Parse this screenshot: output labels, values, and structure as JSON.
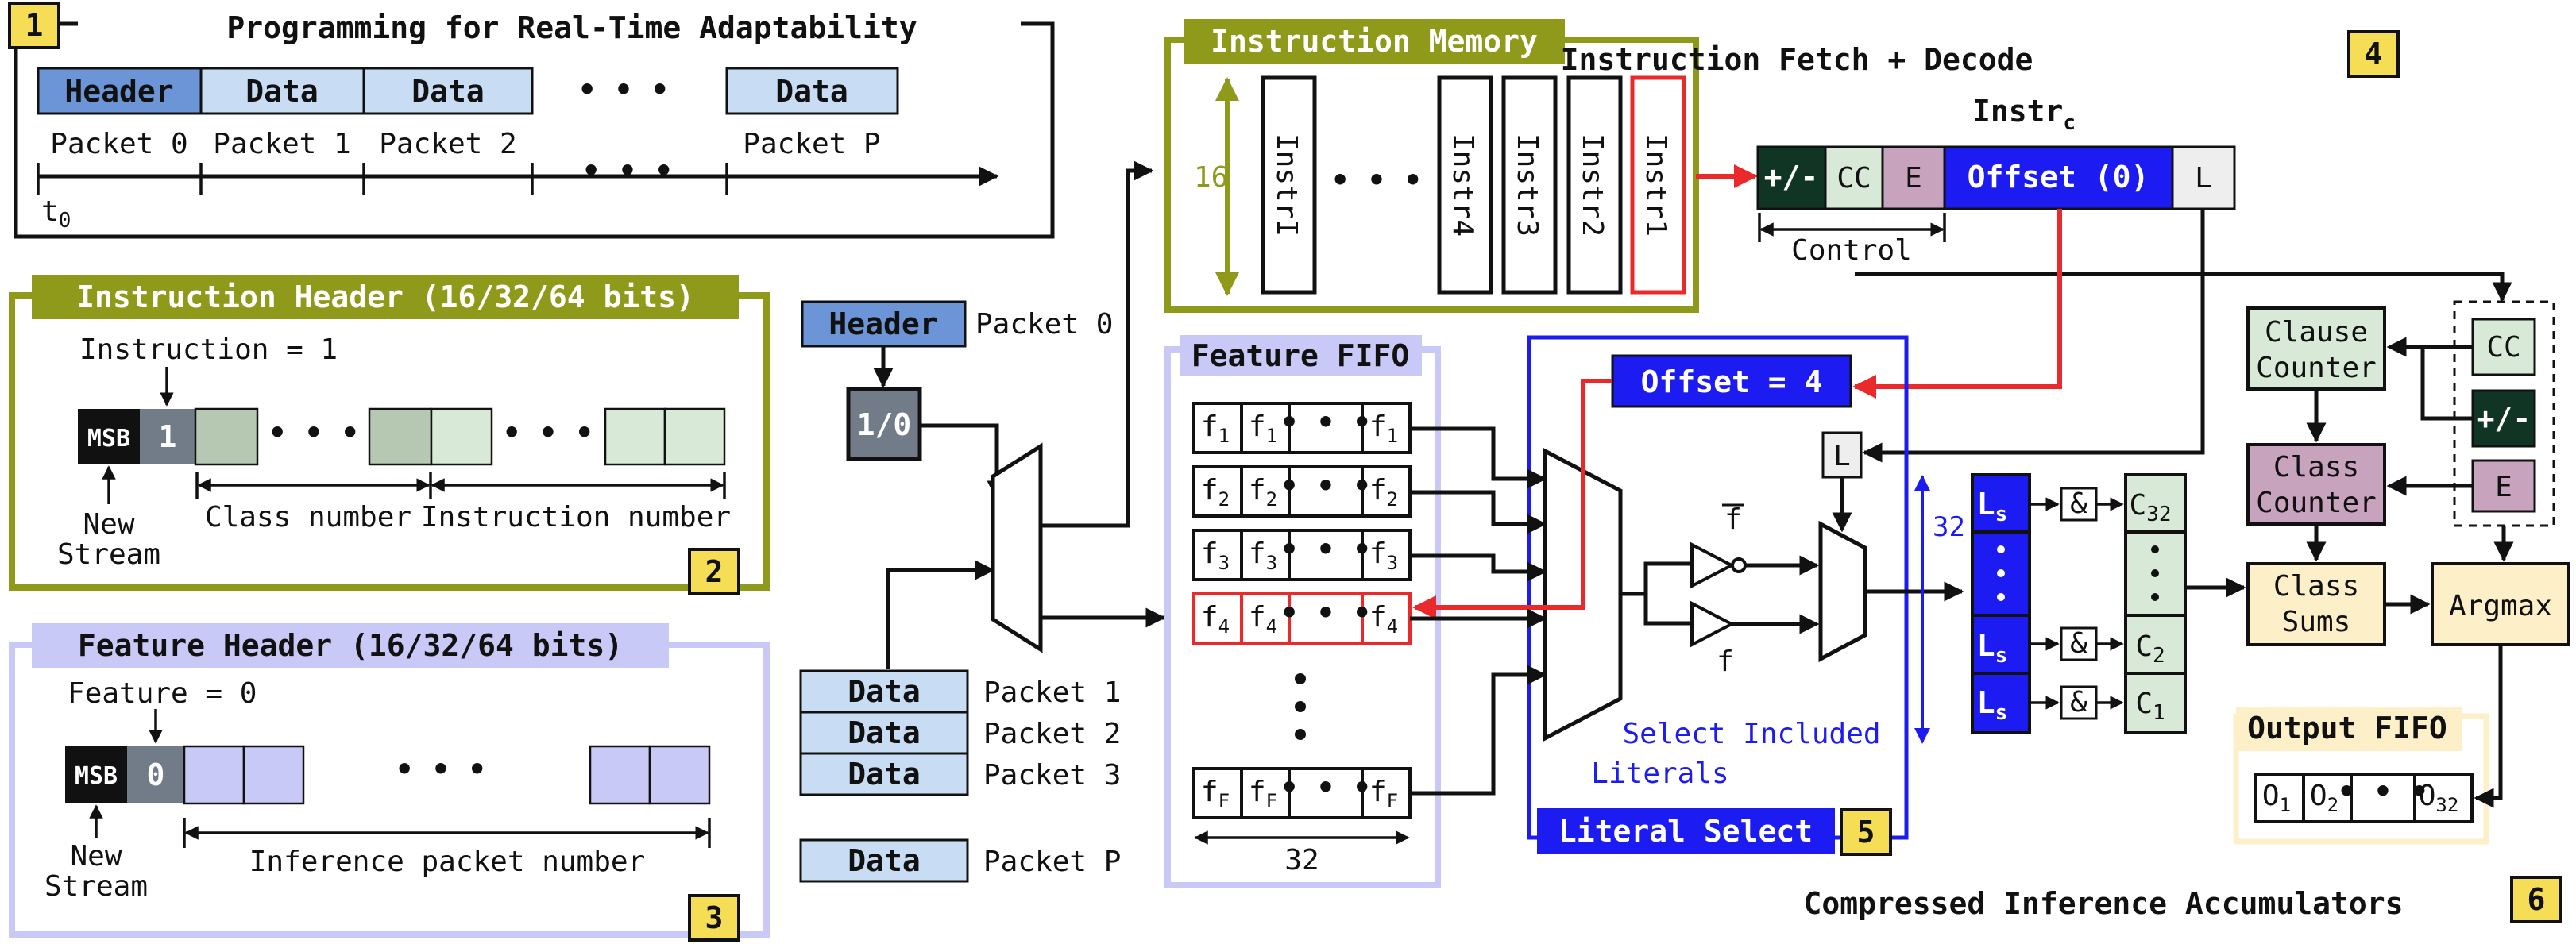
{
  "colors": {
    "olive": "#8f9a1b",
    "lavender": "#c9c9f7",
    "blue": "#1c1cf2",
    "red": "#ea2a2a",
    "badge": "#f5dd55",
    "header_blue": "#6b95d6",
    "data_blue": "#c8ddf4",
    "green_light": "#d8ead7",
    "green_mid": "#b6c8b2",
    "dark_green": "#113525",
    "mauve": "#c7a3bd",
    "cream": "#fdefc8",
    "gray": "#727c89"
  },
  "section1": {
    "badge": "1",
    "title": "Programming for Real-Time Adaptability",
    "cells": [
      "Header",
      "Data",
      "Data",
      "Data"
    ],
    "packets": [
      "Packet 0",
      "Packet 1",
      "Packet 2",
      "Packet P"
    ],
    "ellipsis": "• • •",
    "t0": "t",
    "t0_sub": "0"
  },
  "section2": {
    "badge": "2",
    "title": "Instruction Header  (16/32/64 bits)",
    "instruction_label": "Instruction = 1",
    "msb": "MSB",
    "bit": "1",
    "new": "New",
    "stream": "Stream",
    "class_number": "Class number",
    "instruction_number": "Instruction number",
    "ellipsis": "• • •"
  },
  "section3": {
    "badge": "3",
    "title": "Feature Header  (16/32/64 bits)",
    "feature_label": "Feature = 0",
    "msb": "MSB",
    "bit": "0",
    "new": "New",
    "stream": "Stream",
    "inference_packet": "Inference packet number",
    "ellipsis": "• • •"
  },
  "input": {
    "header": "Header",
    "packet0": "Packet 0",
    "sel": "1/0",
    "data_cells": [
      "Data",
      "Data",
      "Data",
      "Data"
    ],
    "packets": [
      "Packet 1",
      "Packet 2",
      "Packet 3",
      "Packet P"
    ]
  },
  "instruction_memory": {
    "title": "Instruction Memory",
    "depth": "16",
    "instrs": [
      "InstrI",
      "Instr4",
      "Instr3",
      "Instr2",
      "Instr1"
    ],
    "ellipsis": "• • •"
  },
  "fetch_decode": {
    "badge": "4",
    "title": "Instruction Fetch + Decode",
    "instr": "Instr",
    "instr_sub": "c",
    "fields": [
      "+/-",
      "CC",
      "E",
      "Offset (0)",
      "L"
    ],
    "control": "Control"
  },
  "feature_fifo": {
    "title": "Feature FIFO",
    "rows": [
      "1",
      "2",
      "3",
      "4",
      "F"
    ],
    "letter": "f",
    "width": "32",
    "ellipsis": "• • •"
  },
  "literal_select": {
    "badge": "5",
    "title": "Literal Select",
    "offset": "Offset = 4",
    "L": "L",
    "f": "f",
    "fbar": "f",
    "desc1": "Select Included",
    "desc2": "Literals",
    "width": "32"
  },
  "accumulators": {
    "badge": "6",
    "title": "Compressed Inference Accumulators",
    "ls": "L",
    "ls_sub": "s",
    "and": "&",
    "c_items": [
      {
        "c": "C",
        "sub": "32"
      },
      {
        "c": "C",
        "sub": "2"
      },
      {
        "c": "C",
        "sub": "1"
      }
    ],
    "clause_counter": [
      "Clause",
      "Counter"
    ],
    "class_counter": [
      "Class",
      "Counter"
    ],
    "class_sums": [
      "Class",
      "Sums"
    ],
    "argmax": "Argmax",
    "ctrl": [
      "CC",
      "+/-",
      "E"
    ],
    "output_fifo": "Output FIFO",
    "outputs": [
      {
        "o": "O",
        "sub": "1"
      },
      {
        "o": "O",
        "sub": "2"
      },
      {
        "o": "O",
        "sub": "32"
      }
    ],
    "ellipsis": "• • •"
  }
}
